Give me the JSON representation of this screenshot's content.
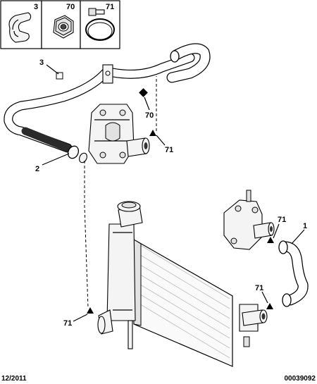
{
  "legend": {
    "items": [
      {
        "ref": "3"
      },
      {
        "ref": "70"
      },
      {
        "ref": "71"
      }
    ]
  },
  "callouts": {
    "c3": "3",
    "c70": "70",
    "c71_top": "71",
    "c2": "2",
    "c71_right": "71",
    "c1": "1",
    "c71_mid": "71",
    "c71_left": "71"
  },
  "footer": {
    "date": "12/2011",
    "doc_number": "00039092"
  }
}
